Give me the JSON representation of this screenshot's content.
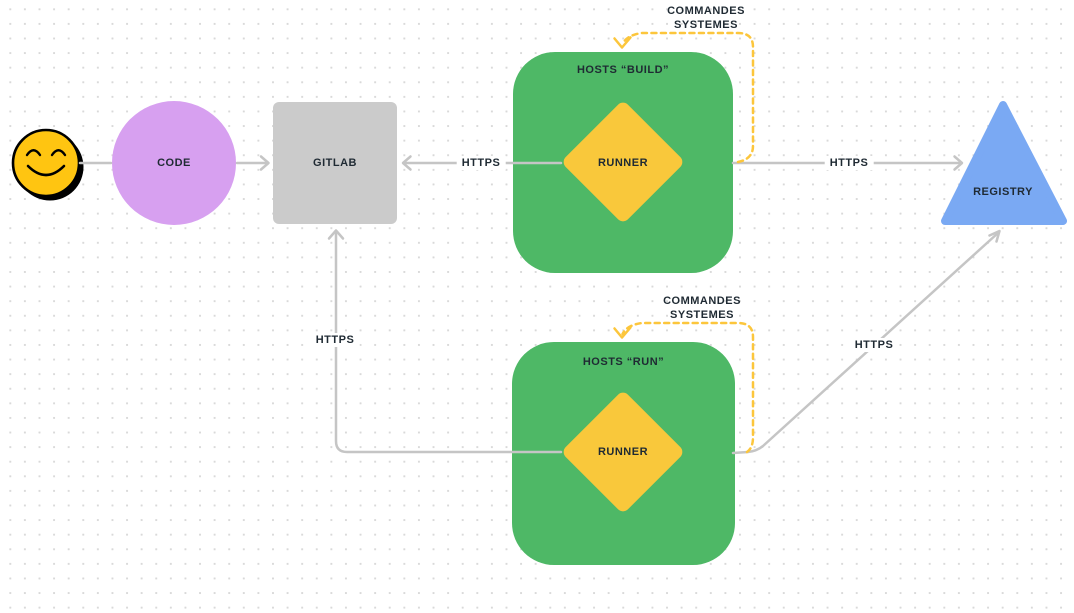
{
  "nodes": {
    "actor": {
      "icon": "smiley-face"
    },
    "code": {
      "label": "CODE"
    },
    "gitlab": {
      "label": "GITLAB"
    },
    "hosts_build": {
      "label": "HOSTS “BUILD”"
    },
    "runner_build": {
      "label": "RUNNER"
    },
    "hosts_run": {
      "label": "HOSTS “RUN”"
    },
    "runner_run": {
      "label": "RUNNER"
    },
    "registry": {
      "label": "REGISTRY"
    }
  },
  "edges": {
    "build_to_gitlab": {
      "label": "HTTPS"
    },
    "build_to_registry": {
      "label": "HTTPS"
    },
    "run_to_gitlab": {
      "label": "HTTPS"
    },
    "run_to_registry": {
      "label": "HTTPS"
    },
    "commandes_build": {
      "line1": "COMMANDES",
      "line2": "SYSTEMES"
    },
    "commandes_run": {
      "line1": "COMMANDES",
      "line2": "SYSTEMES"
    }
  },
  "colors": {
    "node_code": "#d7a0f0",
    "node_gitlab": "#cbcbcb",
    "node_host": "#4eb866",
    "node_runner": "#f9c83b",
    "node_registry": "#7aa9f3",
    "connector_gray": "#c5c5c5",
    "command_arrow_yellow": "#fcc63c",
    "smiley_yellow": "#ffc511",
    "text_dark": "#1f2a33"
  }
}
